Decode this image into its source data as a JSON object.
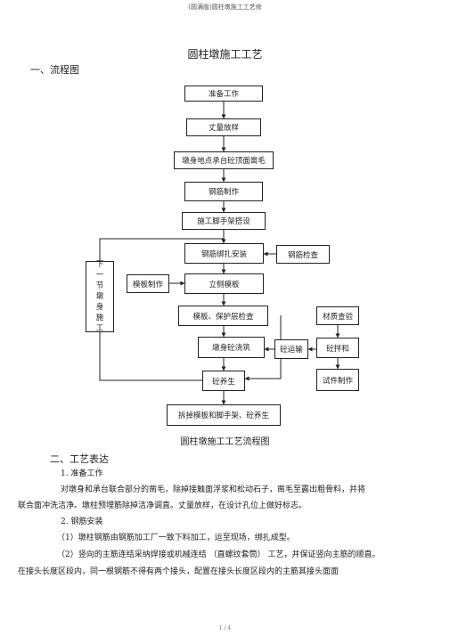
{
  "header": "(圆满版)圆柱墩施工工艺修",
  "title": "圆柱墩施工工艺",
  "section1": "一、流程图",
  "flow": {
    "n1": "准备工作",
    "n2": "丈量放样",
    "n3": "墩身地点承台砼顶面凿毛",
    "n4": "钢筋制作",
    "n5": "施工脚手架搭设",
    "n6": "钢筋绑扎安装",
    "n6b": "钢筋检查",
    "n7": "立侧模板",
    "n7a": "模板制作",
    "n8": "模板、保护层检查",
    "n8b": "材质查验",
    "n9": "墩身砼浇筑",
    "n9b": "砼运输",
    "n9c": "砼拌和",
    "n10": "砼养生",
    "n10b": "试件制作",
    "n11": "拆掉模板和脚手架、砼养生",
    "loop": [
      "下",
      "一",
      "节",
      "墩",
      "身",
      "施",
      "工"
    ]
  },
  "caption": "圆柱墩施工工艺流程图",
  "section2": "二、工艺表达",
  "s1_title": "1. 准备工作",
  "s1_p1": "对墩身和承台联合部分的凿毛，除掉接触面浮浆和松动石子，凿毛至露出粗骨料，并将",
  "s1_p2": "联合面冲洗洁净。墩柱预埋筋除掉洁净调直。丈量放样，在设计孔位上做好标志。",
  "s2_title": "2. 钢筋安装",
  "s2_p1": "（1）墩柱钢筋由钢筋加工厂一致下料加工，运至现场，绑扎成型。",
  "s2_p2": "（2）竖向的主筋连结采纳焊接或机械连结 （直螺纹套筒） 工艺，并保证竖向主筋的顺直。",
  "s2_p3": "在接头长度区段内，同一根钢筋不得有两个接头，配置在接头长度区段内的主筋其接头面面",
  "footer": "1 / 4"
}
